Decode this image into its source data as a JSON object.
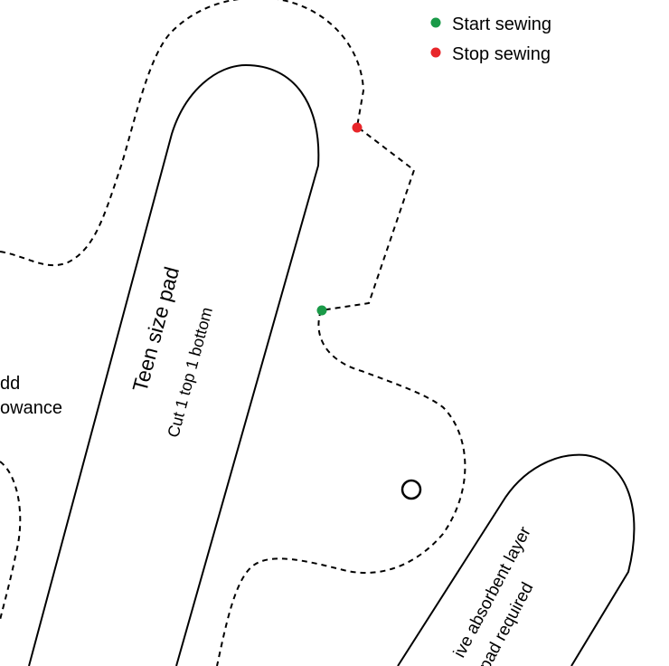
{
  "legend": {
    "start": {
      "label": "Start sewing",
      "color": "#1a9a48"
    },
    "stop": {
      "label": "Stop sewing",
      "color": "#e8262a"
    }
  },
  "main_pad": {
    "title": "Teen size pad",
    "subtitle": "Cut 1 top 1 bottom"
  },
  "left_note": {
    "line1": "dd",
    "line2": "owance"
  },
  "lower_pad": {
    "line1": "ive absorbent layer",
    "line2": "pad required"
  }
}
